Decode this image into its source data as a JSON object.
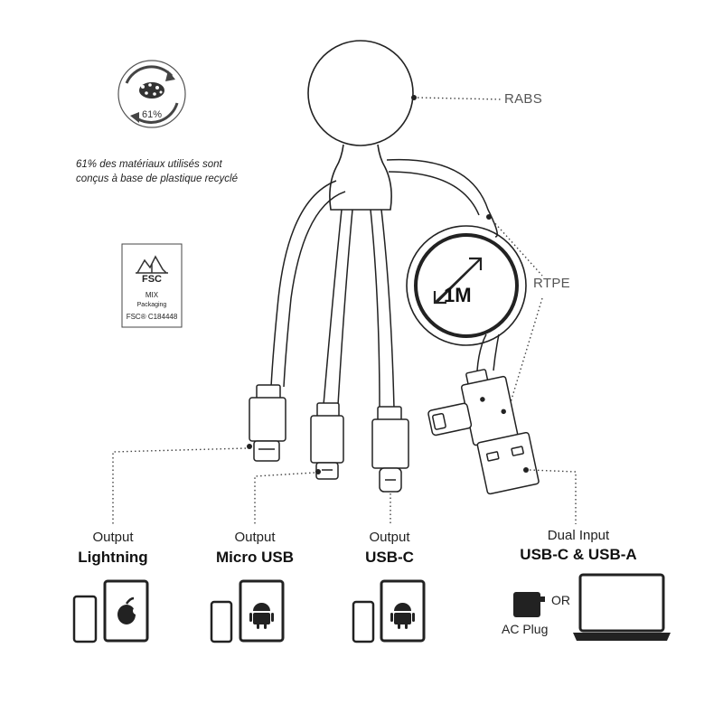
{
  "recycle_badge": {
    "percent": "61%"
  },
  "recycle_note": {
    "line1": "61% des matériaux utilisés sont",
    "line2": "conçus à base de plastique recyclé"
  },
  "fsc": {
    "name": "FSC",
    "mix": "MIX",
    "packaging": "Packaging",
    "code": "FSC® C184448"
  },
  "callouts": {
    "head_material": "RABS",
    "cable_material": "RTPE"
  },
  "cable_length": "1M",
  "outputs": [
    {
      "sub": "Output",
      "main": "Lightning",
      "devices": [
        "phone-icon",
        "tablet-apple-icon"
      ]
    },
    {
      "sub": "Output",
      "main": "Micro USB",
      "devices": [
        "phone-icon",
        "tablet-android-icon"
      ]
    },
    {
      "sub": "Output",
      "main": "USB-C",
      "devices": [
        "phone-icon",
        "tablet-android-icon"
      ]
    },
    {
      "sub": "Dual Input",
      "main": "USB-C & USB-A",
      "devices": [
        "ac-plug-icon",
        "laptop-icon"
      ]
    }
  ],
  "dual_input": {
    "or_label": "OR",
    "ac_plug_label": "AC Plug"
  },
  "colors": {
    "line": "#222222",
    "dotted": "#444444",
    "text": "#1a1a1a",
    "callout_text": "#555555"
  }
}
